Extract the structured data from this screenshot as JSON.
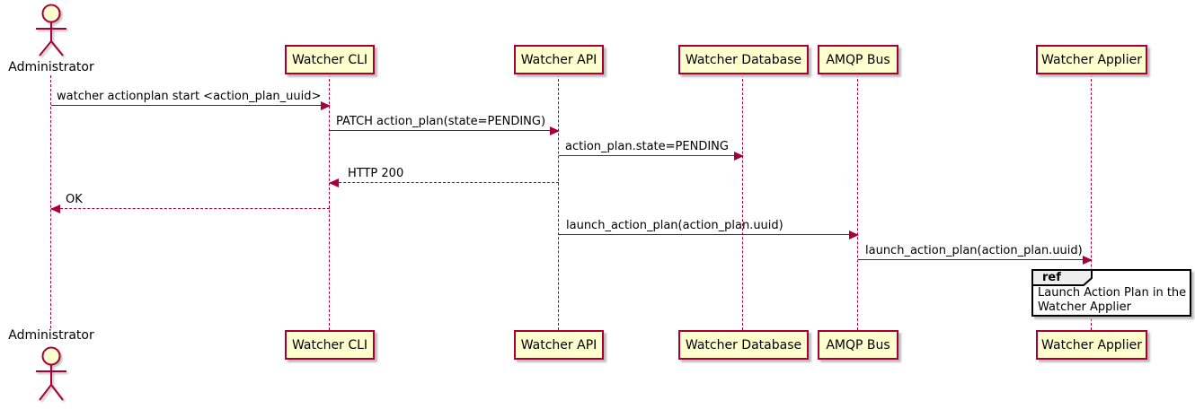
{
  "colors": {
    "participant_fill": "#FEFECE",
    "stroke": "#A80036",
    "text": "#000000",
    "ref_border": "#000000",
    "ref_header_fill": "#EEEEEE",
    "shadow": "#BDBDBD"
  },
  "actor": {
    "label": "Administrator"
  },
  "participants": [
    {
      "label": "Watcher CLI"
    },
    {
      "label": "Watcher API"
    },
    {
      "label": "Watcher Database"
    },
    {
      "label": "AMQP Bus"
    },
    {
      "label": "Watcher Applier"
    }
  ],
  "messages": [
    {
      "from": "Administrator",
      "to": "Watcher CLI",
      "text": "watcher actionplan start <action_plan_uuid>",
      "line": "solid"
    },
    {
      "from": "Watcher CLI",
      "to": "Watcher API",
      "text": "PATCH action_plan(state=PENDING)",
      "line": "solid"
    },
    {
      "from": "Watcher API",
      "to": "Watcher Database",
      "text": "action_plan.state=PENDING",
      "line": "solid"
    },
    {
      "from": "Watcher API",
      "to": "Watcher CLI",
      "text": "HTTP 200",
      "line": "dashed"
    },
    {
      "from": "Watcher CLI",
      "to": "Administrator",
      "text": "OK",
      "line": "dashed"
    },
    {
      "from": "Watcher API",
      "to": "AMQP Bus",
      "text": "launch_action_plan(action_plan.uuid)",
      "line": "solid"
    },
    {
      "from": "AMQP Bus",
      "to": "Watcher Applier",
      "text": "launch_action_plan(action_plan.uuid)",
      "line": "solid"
    }
  ],
  "ref_fragment": {
    "keyword": "ref",
    "lines": [
      "Launch Action Plan in the",
      "Watcher Applier"
    ]
  }
}
